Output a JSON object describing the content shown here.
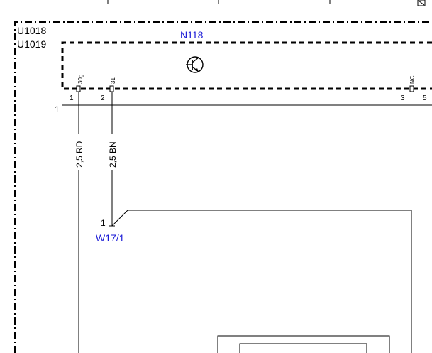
{
  "modules": {
    "outer_a": "U1018",
    "outer_b": "U1019",
    "inner": "N118"
  },
  "pins": {
    "p30g": "30g",
    "p31": "31",
    "pnc": "NC",
    "n1": "1",
    "n2": "2",
    "n3": "3",
    "n5": "5",
    "edge_1": "1"
  },
  "wires": {
    "left": "2,5 RD",
    "right": "2,5 BN"
  },
  "connector": {
    "pin": "1",
    "name": "W17/1"
  },
  "colors": {
    "designator_blue": "#1a1ad6"
  }
}
